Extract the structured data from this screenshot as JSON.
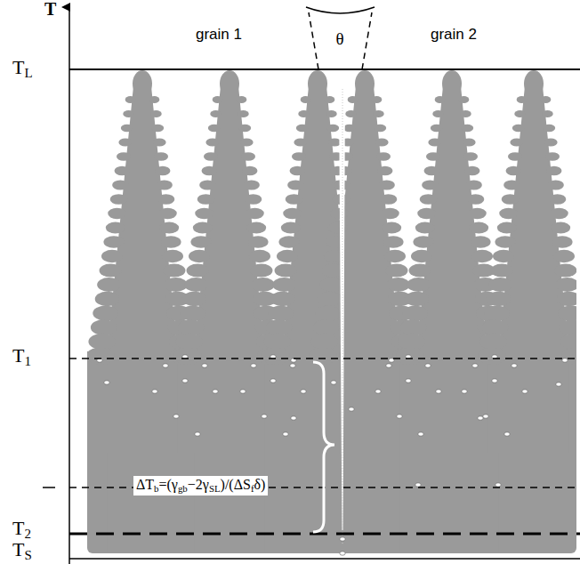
{
  "diagram": {
    "labels": [
      "T",
      "TL",
      "T1",
      "T2",
      "TS",
      "grain 1",
      "grain 2",
      "θ",
      "ΔTb=(γgb−2γSL)/(ΔSfδ)"
    ]
  }
}
